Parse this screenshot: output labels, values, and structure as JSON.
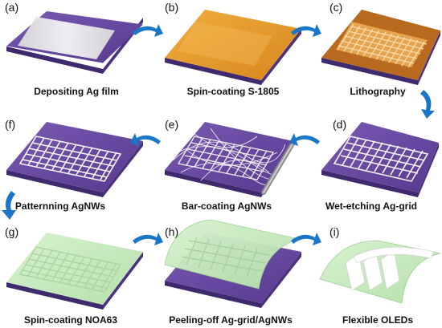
{
  "steps": [
    {
      "letter": "(a)",
      "caption": "Depositing Ag film"
    },
    {
      "letter": "(b)",
      "caption": "Spin-coating S-1805"
    },
    {
      "letter": "(c)",
      "caption": "Lithography"
    },
    {
      "letter": "(d)",
      "caption": "Wet-etching Ag-grid"
    },
    {
      "letter": "(e)",
      "caption": "Bar-coating AgNWs"
    },
    {
      "letter": "(f)",
      "caption": "Patternning AgNWs"
    },
    {
      "letter": "(g)",
      "caption": "Spin-coating NOA63"
    },
    {
      "letter": "(h)",
      "caption": "Peeling-off Ag-grid/AgNWs"
    },
    {
      "letter": "(i)",
      "caption": "Flexible OLEDs"
    }
  ],
  "colors": {
    "substrate_top": "#6a4ba0",
    "substrate_side": "#4a2f7c",
    "ag_film": "#e6e6e6",
    "photoresist": "#e39a2c",
    "grid_line": "#f2f2f2",
    "noa63": "#c7ebc0",
    "arrow": "#1a76c6"
  }
}
